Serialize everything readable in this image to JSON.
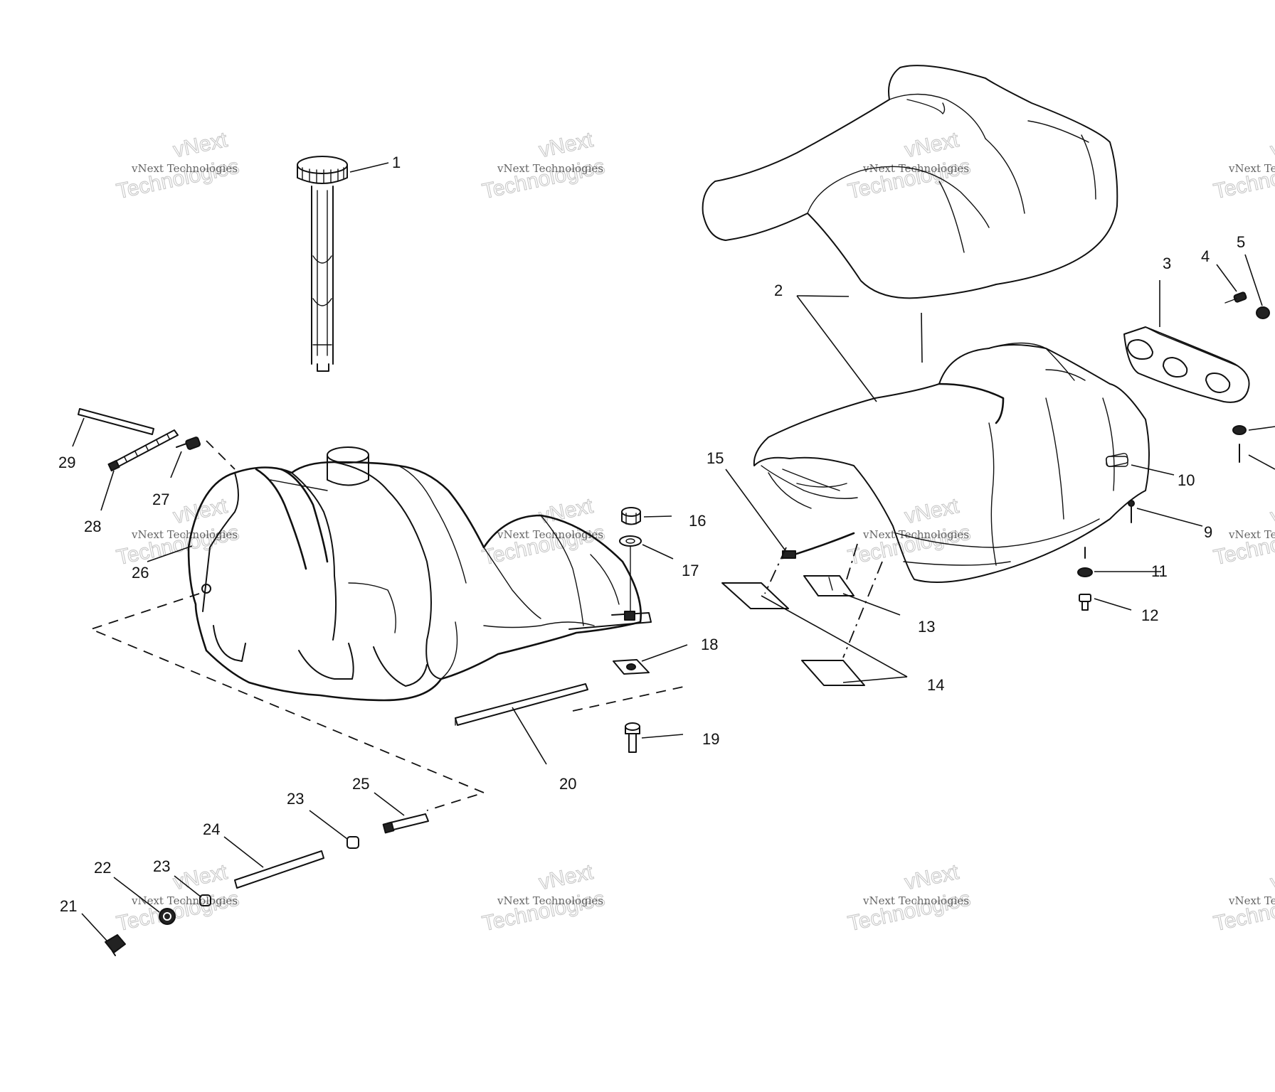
{
  "callouts": {
    "c1": "1",
    "c2": "2",
    "c3": "3",
    "c4": "4",
    "c5": "5",
    "c9": "9",
    "c10": "10",
    "c11": "11",
    "c12": "12",
    "c13": "13",
    "c14": "14",
    "c15": "15",
    "c16": "16",
    "c17": "17",
    "c18": "18",
    "c19": "19",
    "c20": "20",
    "c21": "21",
    "c22": "22",
    "c23a": "23",
    "c23b": "23",
    "c24": "24",
    "c25": "25",
    "c26": "26",
    "c27": "27",
    "c28": "28",
    "c29": "29"
  },
  "watermark": {
    "line1": "vNext Technologies",
    "line2": "vNext",
    "line3": "Technologies"
  }
}
